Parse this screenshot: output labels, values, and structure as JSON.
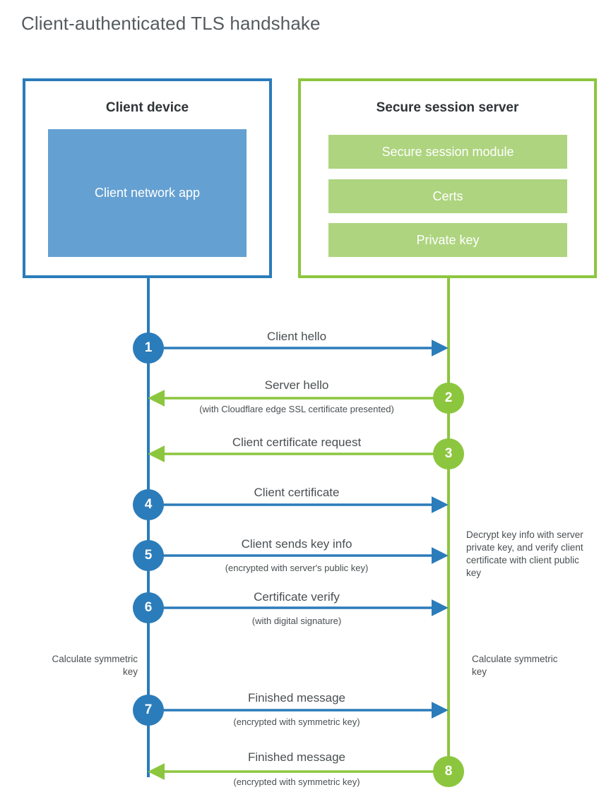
{
  "title": "Client-authenticated TLS handshake",
  "colors": {
    "client_blue": "#2b7cba",
    "client_app_fill": "#64a0d2",
    "server_green": "#8cc63e",
    "server_bar_fill": "#aed47f",
    "text_gray": "#4a4f52",
    "title_gray": "#555b5e",
    "background": "#ffffff"
  },
  "client": {
    "title": "Client device",
    "app_label": "Client network app"
  },
  "server": {
    "title": "Secure session server",
    "components": [
      {
        "label": "Secure session module"
      },
      {
        "label": "Certs"
      },
      {
        "label": "Private key"
      }
    ]
  },
  "steps": [
    {
      "number": "1",
      "main": "Client hello",
      "sub": "",
      "direction": "client-to-server",
      "origin": "client"
    },
    {
      "number": "2",
      "main": "Server hello",
      "sub": "(with Cloudflare edge SSL certificate presented)",
      "direction": "server-to-client",
      "origin": "server"
    },
    {
      "number": "3",
      "main": "Client certificate request",
      "sub": "",
      "direction": "server-to-client",
      "origin": "server"
    },
    {
      "number": "4",
      "main": "Client certificate",
      "sub": "",
      "direction": "client-to-server",
      "origin": "client"
    },
    {
      "number": "5",
      "main": "Client sends key info",
      "sub": "(encrypted with server's public key)",
      "direction": "client-to-server",
      "origin": "client"
    },
    {
      "number": "6",
      "main": "Certificate verify",
      "sub": "(with digital signature)",
      "direction": "client-to-server",
      "origin": "client"
    },
    {
      "number": "7",
      "main": "Finished message",
      "sub": "(encrypted with symmetric key)",
      "direction": "client-to-server",
      "origin": "client"
    },
    {
      "number": "8",
      "main": "Finished message",
      "sub": "(encrypted with symmetric key)",
      "direction": "server-to-client",
      "origin": "server"
    }
  ],
  "notes": {
    "server_decrypt": "Decrypt key info with server private key, and verify client certificate with client public key",
    "client_calculate": "Calculate symmetric key",
    "server_calculate": "Calculate symmetric key"
  }
}
